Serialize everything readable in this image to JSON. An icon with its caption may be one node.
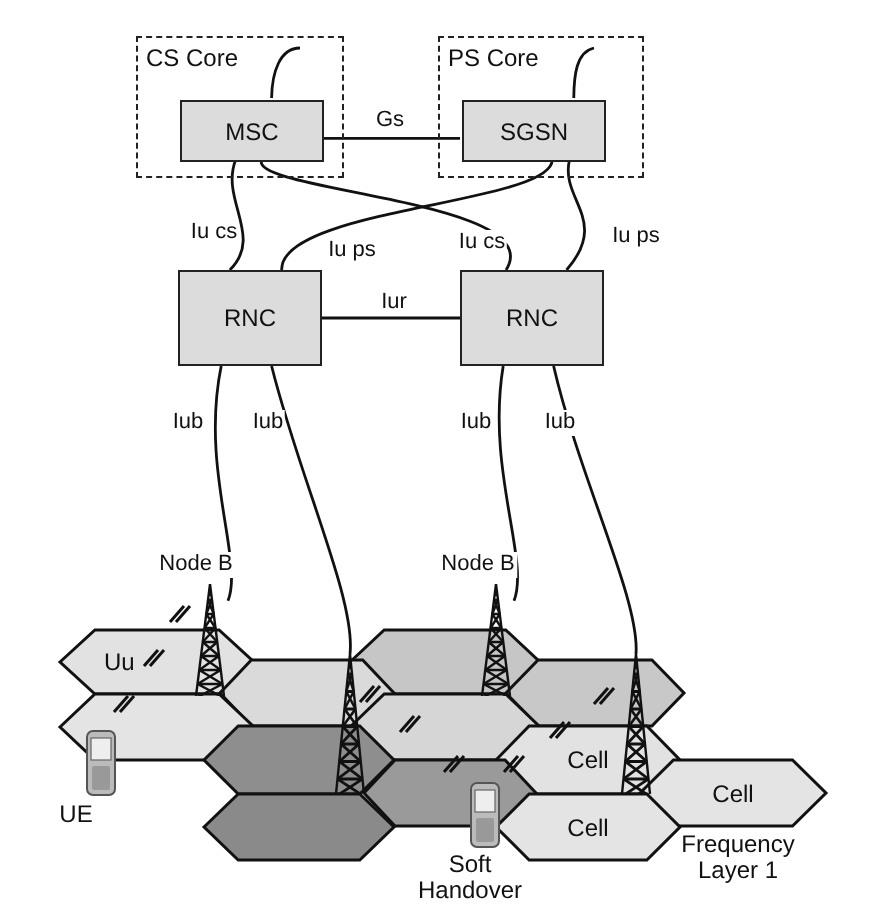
{
  "diagram": {
    "nodes": [
      {
        "text": [
          "CS Core"
        ]
      },
      {
        "text": [
          "MSC"
        ],
        "in": 0
      },
      {
        "text": [
          "PS Core"
        ]
      },
      {
        "text": [
          "SGSN"
        ],
        "in": 2
      },
      {
        "text": [
          "RNC"
        ]
      },
      {
        "text": [
          "RNC"
        ]
      },
      {
        "text": [],
        "shape": "tower",
        "beside": [
          "Node B"
        ]
      },
      {
        "text": [],
        "shape": "tower",
        "beside": [
          "Node B"
        ]
      },
      {
        "text": [],
        "shape": "tower"
      },
      {
        "text": [],
        "shape": "tower"
      },
      {
        "text": [
          "Uu"
        ]
      },
      {
        "text": [],
        "shape": "hexagon"
      },
      {
        "text": [],
        "shape": "hexagon"
      },
      {
        "text": [],
        "shape": "hexagon"
      },
      {
        "text": [],
        "shape": "hexagon"
      },
      {
        "text": [],
        "shape": "hexagon"
      },
      {
        "text": [],
        "shape": "hexagon"
      },
      {
        "text": [
          "Cell"
        ]
      },
      {
        "text": [],
        "shape": "hexagon"
      },
      {
        "text": [
          "Cell"
        ]
      },
      {
        "text": [],
        "shape": "hexagon"
      },
      {
        "text": [
          "Cell"
        ]
      }
    ],
    "edges": [
      {
        "from": 1,
        "to": 3,
        "arrow": "none",
        "label": "Gs"
      },
      {
        "from": null,
        "to": 1,
        "arrow": "none"
      },
      {
        "from": null,
        "to": 3,
        "arrow": "none"
      },
      {
        "from": 1,
        "to": 4,
        "arrow": "none",
        "label": "Iu cs"
      },
      {
        "from": 3,
        "to": 4,
        "arrow": "none",
        "label": "Iu ps"
      },
      {
        "from": 1,
        "to": 5,
        "arrow": "none",
        "label": "Iu cs"
      },
      {
        "from": 3,
        "to": 5,
        "arrow": "none",
        "label": "Iu ps"
      },
      {
        "from": 4,
        "to": 5,
        "arrow": "none",
        "label": "Iur"
      },
      {
        "from": 4,
        "to": 6,
        "arrow": "none",
        "label": "Iub"
      },
      {
        "from": 4,
        "to": 8,
        "arrow": "none",
        "label": "Iub"
      },
      {
        "from": 5,
        "to": 7,
        "arrow": "none",
        "label": "Iub"
      },
      {
        "from": 5,
        "to": 9,
        "arrow": "none",
        "label": "Iub"
      }
    ],
    "labels": [
      "UE",
      "Soft Handover",
      "Frequency Layer 1"
    ]
  }
}
